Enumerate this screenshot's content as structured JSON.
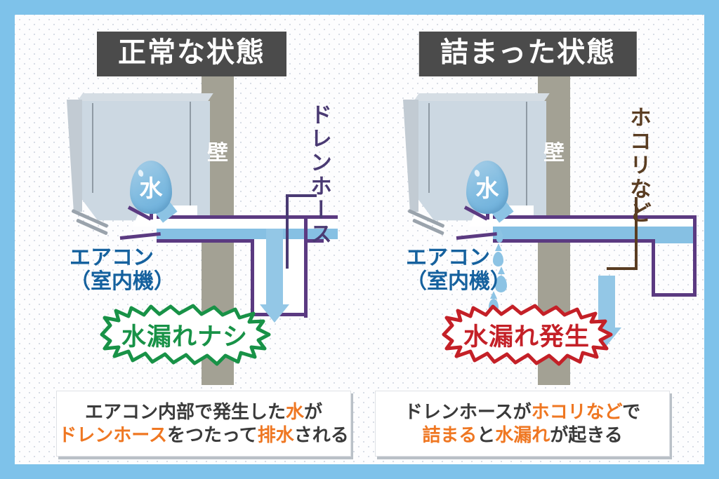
{
  "theme": {
    "frame_color": "#7ec2ea",
    "canvas_color": "#fdfdfe",
    "banner_color": "#4b4b4b",
    "wall_color": "#a3a194",
    "hose_outline_color": "#5b3a81",
    "water_color": "#86c0e3",
    "ok_color": "#189247",
    "ng_color": "#c42027",
    "accent_orange": "#ef7722",
    "unit_label_color": "#15619e",
    "dust_color": "#5a3d22"
  },
  "panels": [
    {
      "id": "normal",
      "banner": "正常な状態",
      "wall_label": "壁",
      "bubble_label": "水",
      "unit_label_line1": "エアコン",
      "unit_label_line2": "（室内機）",
      "callout_label": "ドレンホース",
      "badge": "水漏れナシ",
      "caption": [
        {
          "text": "エアコン内部で発生した",
          "highlight": false
        },
        {
          "text": "水",
          "highlight": true
        },
        {
          "text": "が",
          "highlight": false
        },
        {
          "text": "\n",
          "highlight": false
        },
        {
          "text": "ドレンホース",
          "highlight": true
        },
        {
          "text": "をつたって",
          "highlight": false
        },
        {
          "text": "排水",
          "highlight": true
        },
        {
          "text": "される",
          "highlight": false
        }
      ]
    },
    {
      "id": "clogged",
      "banner": "詰まった状態",
      "wall_label": "壁",
      "bubble_label": "水",
      "unit_label_line1": "エアコン",
      "unit_label_line2": "（室内機）",
      "callout_label": "ホコリなど",
      "badge": "水漏れ発生",
      "caption": [
        {
          "text": "ドレンホースが",
          "highlight": false
        },
        {
          "text": "ホコリなど",
          "highlight": true
        },
        {
          "text": "で",
          "highlight": false
        },
        {
          "text": "\n",
          "highlight": false
        },
        {
          "text": "詰まる",
          "highlight": true
        },
        {
          "text": "と",
          "highlight": false
        },
        {
          "text": "水漏れ",
          "highlight": true
        },
        {
          "text": "が起きる",
          "highlight": false
        }
      ]
    }
  ]
}
